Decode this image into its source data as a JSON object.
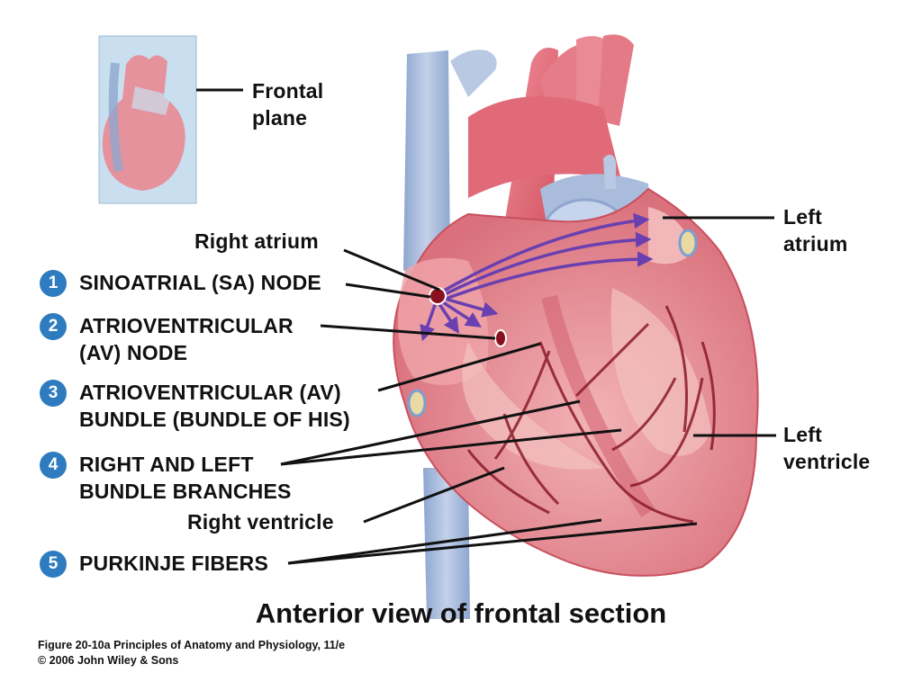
{
  "inset": {
    "label_line1": "Frontal",
    "label_line2": "plane"
  },
  "labels": {
    "right_atrium": "Right atrium",
    "left_atrium_1": "Left",
    "left_atrium_2": "atrium",
    "left_ventricle_1": "Left",
    "left_ventricle_2": "ventricle",
    "right_ventricle": "Right ventricle"
  },
  "steps": [
    {
      "number": "1",
      "line1": "SINOATRIAL (SA) NODE",
      "line2": ""
    },
    {
      "number": "2",
      "line1": "ATRIOVENTRICULAR",
      "line2": "(AV) NODE"
    },
    {
      "number": "3",
      "line1": "ATRIOVENTRICULAR (AV)",
      "line2": "BUNDLE (BUNDLE OF HIS)"
    },
    {
      "number": "4",
      "line1": "RIGHT AND LEFT",
      "line2": "BUNDLE BRANCHES"
    },
    {
      "number": "5",
      "line1": "PURKINJE FIBERS",
      "line2": ""
    }
  ],
  "caption": "Anterior view of frontal section",
  "credit_line1": "Figure 20-10a  Principles of Anatomy and Physiology, 11/e",
  "credit_line2": "© 2006 John Wiley & Sons",
  "colors": {
    "step_badge": "#2e7cbf",
    "myocardium": "#e0727e",
    "vessel_blue": "#a9bcdc",
    "conduction_arrows": "#6a3fb0"
  }
}
